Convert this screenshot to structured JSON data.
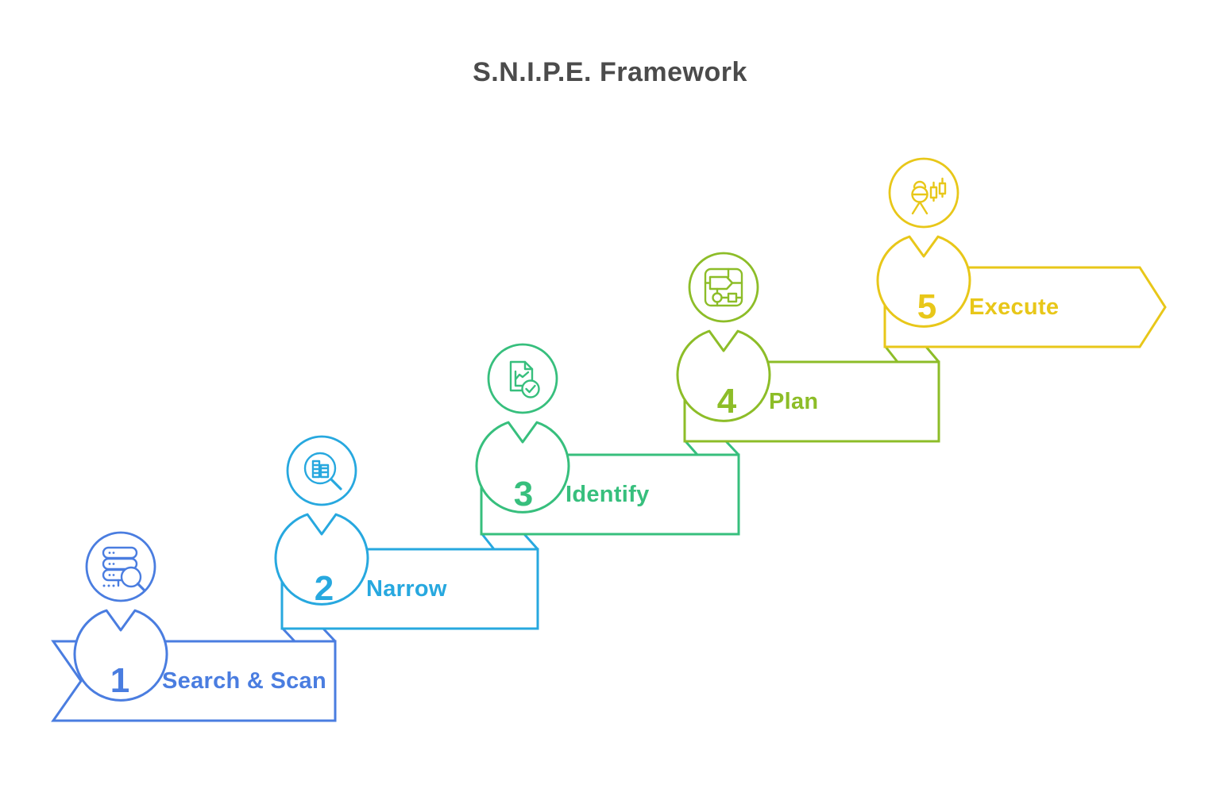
{
  "title": "S.N.I.P.E. Framework",
  "titleColor": "#4b4b4b",
  "steps": [
    {
      "number": "1",
      "label": "Search & Scan",
      "color": "#4a7de0",
      "icon": "database-search-icon"
    },
    {
      "number": "2",
      "label": "Narrow",
      "color": "#27a8df",
      "icon": "document-magnifier-icon"
    },
    {
      "number": "3",
      "label": "Identify",
      "color": "#37bf7d",
      "icon": "report-check-icon"
    },
    {
      "number": "4",
      "label": "Plan",
      "color": "#8dbd28",
      "icon": "strategy-map-icon"
    },
    {
      "number": "5",
      "label": "Execute",
      "color": "#e8c719",
      "icon": "trader-chart-icon"
    }
  ]
}
